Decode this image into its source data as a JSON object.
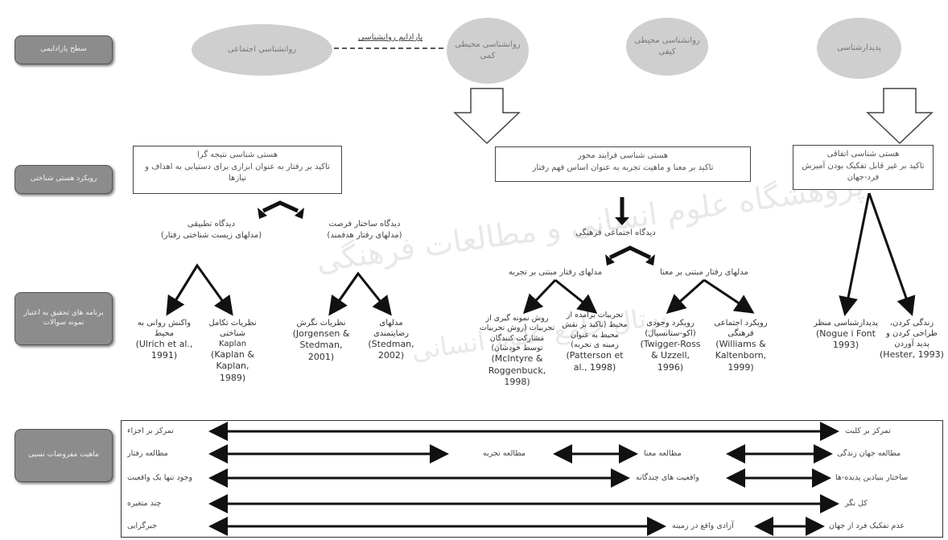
{
  "row_labels": {
    "paradigm": "سطح پارادایمی",
    "ontology": "رویکرد هستی شناختی",
    "methods": "برنامه های تحقیق به اعتبار نمونه سوالات",
    "spectrum": "ماهیت مفروضات نسبی"
  },
  "paradigm": {
    "bridge_label": "پارادایم روانشناسی",
    "ellipses": [
      "روانشناسی اجتماعی",
      "روانشناسی محیطی کمی",
      "روانشناسی محیطی کیفی",
      "پدیدارشناسی"
    ]
  },
  "ontology": {
    "left_box": {
      "title": "هستی شناسی نتیجه گرا",
      "body": "تاکید بر رفتار به عنوان ابزاری برای دستیابی به اهداف و نیازها"
    },
    "middle_box": {
      "title": "هستی شناسی فرایند محور",
      "body": "تاکید بر معنا و ماهیت تجربه به عنوان اساس فهم رفتار"
    },
    "right_box": {
      "title": "هستی شناسی اتفاقی",
      "body": "تاکید بر غیر قابل تفکیک بودن آمیزش فرد-جهان"
    }
  },
  "perspectives": {
    "functional": {
      "title": "دیدگاه تطبیقی",
      "sub": "(مدلهای زیست شناختی رفتار)"
    },
    "structural": {
      "title": "دیدگاه ساختار فرصت",
      "sub": "(مدلهای رفتار هدفمند)"
    },
    "sociocultural": {
      "title": "دیدگاه اجتماعی فرهنگی"
    },
    "experience_models": "مدلهای رفتار مبتنی بر تجربه",
    "meaning_models": "مدلهای رفتار مبتنی بر معنا"
  },
  "methods": [
    {
      "label": "واکنش روانی به محیط",
      "ref": "(Ulrich et al., 1991)"
    },
    {
      "label": "نظریات تکامل شناختی Kaplan",
      "ref": "(Kaplan & Kaplan, 1989)"
    },
    {
      "label": "نظریات نگرش",
      "ref": "(Jorgensen & Stedman, 2001)"
    },
    {
      "label": "مدلهای رضایتمندی",
      "ref": "(Stedman, 2002)"
    },
    {
      "label": "روش نمونه گیری از تجربیات (روش تجربیات مشارکت کنندگان توسط خودشان)",
      "ref": "(McIntyre & Roggenbuck, 1998)"
    },
    {
      "label": "تجربیات برآمده از محیط (تاکید بر نقش محیط به عنوان زمینه ی تجربه)",
      "ref": "(Patterson et al., 1998)"
    },
    {
      "label": "رویکرد وجودی (اکو-ستانسیال)",
      "ref": "(Twigger-Ross & Uzzell, 1996)"
    },
    {
      "label": "رویکرد اجتماعی فرهنگی",
      "ref": "(Williams & Kaltenborn, 1999)"
    },
    {
      "label": "پدیدارشناسی منظر",
      "ref": "(Nogue i Font 1993)"
    },
    {
      "label": "زندگی کردن، طراحی کردن و پدید آوردن",
      "ref": "(Hester, 1993)"
    }
  ],
  "spectrum": [
    {
      "left": "تمرکز بر اجزاء",
      "middle": [],
      "right": "تمرکز بر کلیت"
    },
    {
      "left": "مطالعه رفتار",
      "middle": [
        "مطالعه تجربه",
        "مطالعه معنا"
      ],
      "right": "مطالعه جهان زندگی"
    },
    {
      "left": "وجود تنها یک واقعیت",
      "middle": [
        "واقعیت های چندگانه"
      ],
      "right": "ساختار بنیادین پدیده-ها"
    },
    {
      "left": "چند متغیره",
      "middle": [],
      "right": "کل نگر"
    },
    {
      "left": "جبرگرایی",
      "middle": [
        "آزادی واقع در زمینه"
      ],
      "right": "عدم تفکیک فرد از جهان"
    }
  ]
}
